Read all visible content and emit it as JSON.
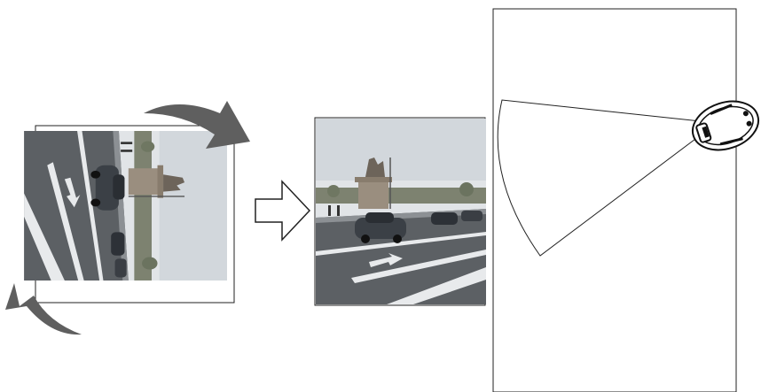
{
  "figure": {
    "panels": [
      {
        "id": "rotated-input-photo",
        "content": "street-scene-photo",
        "orientation": "rotated-90-clockwise"
      },
      {
        "id": "corrected-output-photo",
        "content": "street-scene-photo",
        "orientation": "upright"
      },
      {
        "id": "device-field-of-view",
        "content": "camera-field-of-view-wedge"
      }
    ],
    "icons": [
      "rotate-arrow-top-icon",
      "rotate-arrow-bottom-icon",
      "right-arrow-icon",
      "camera-device-icon"
    ],
    "colors": {
      "arrow_fill": "#5f5f5f",
      "sky": "#d8dce0",
      "road": "#5c6064",
      "lane_marking": "#e8eaec",
      "statue": "#8a7d6c",
      "car": "#3b4046"
    }
  }
}
